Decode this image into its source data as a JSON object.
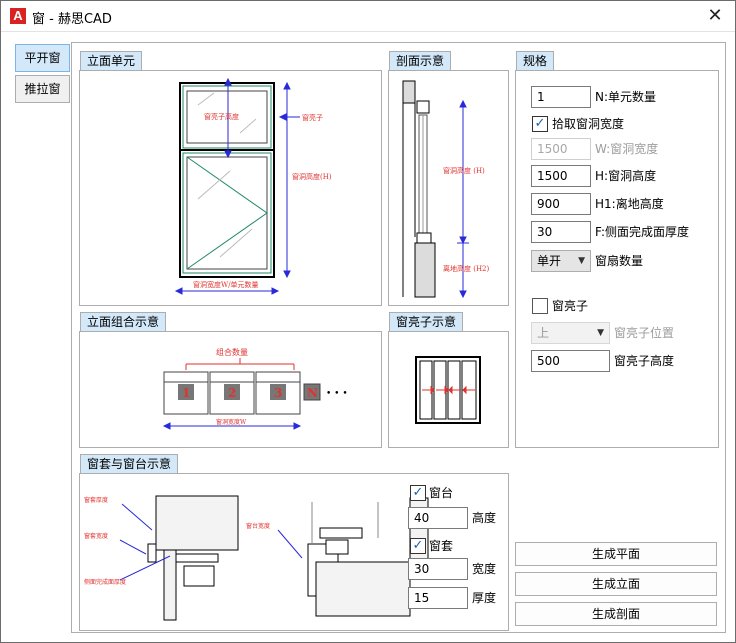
{
  "window": {
    "title": "窗 - 赫思CAD",
    "app_icon": "autocad-a-icon",
    "close_glyph": "✕"
  },
  "side_tabs": [
    {
      "label": "平开窗"
    },
    {
      "label": "推拉窗"
    }
  ],
  "groups": {
    "elevation_unit": {
      "title": "立面单元",
      "labels": {
        "transom_height": "窗亮子高度",
        "transom": "窗亮子",
        "opening_height": "窗洞高度(H)",
        "width_per_unit": "窗洞宽度W/单元数量"
      }
    },
    "section": {
      "title": "剖面示意",
      "labels": {
        "opening_height": "窗洞高度 (H)",
        "sill_height": "离地高度 (H2)"
      }
    },
    "elevation_combo": {
      "title": "立面组合示意",
      "labels": {
        "count": "组合数量",
        "width": "窗洞宽度W"
      },
      "units": [
        "1",
        "2",
        "3",
        "N"
      ],
      "ellipsis": "• • •"
    },
    "transom": {
      "title": "窗亮子示意"
    },
    "casing_sill": {
      "title": "窗套与窗台示意",
      "labels": {
        "casing_thickness": "窗套厚度",
        "casing_width": "窗套宽度",
        "finish_thickness": "侧面完成面厚度",
        "sill_width": "窗台宽度"
      }
    },
    "spec": {
      "title": "规格"
    }
  },
  "spec": {
    "unit_count": {
      "value": "1",
      "label": "N:单元数量"
    },
    "pick_width": {
      "label": "拾取窗洞宽度",
      "checked": true
    },
    "opening_width": {
      "value": "1500",
      "label": "W:窗洞宽度"
    },
    "opening_height": {
      "value": "1500",
      "label": "H:窗洞高度"
    },
    "sill_height": {
      "value": "900",
      "label": "H1:离地高度"
    },
    "side_finish": {
      "value": "30",
      "label": "F:侧面完成面厚度"
    },
    "sash_count": {
      "value": "单开",
      "label": "窗扇数量"
    },
    "transom_enable": {
      "label": "窗亮子",
      "checked": false
    },
    "transom_position": {
      "value": "上",
      "label": "窗亮子位置"
    },
    "transom_height": {
      "value": "500",
      "label": "窗亮子高度"
    }
  },
  "sill": {
    "label": "窗台",
    "checked": true,
    "height_value": "40",
    "height_label": "高度"
  },
  "casing": {
    "label": "窗套",
    "checked": true,
    "width_value": "30",
    "width_label": "宽度",
    "thickness_value": "15",
    "thickness_label": "厚度"
  },
  "buttons": {
    "plan": "生成平面",
    "elevation": "生成立面",
    "section": "生成剖面"
  },
  "colors": {
    "accent_tab": "#d3e8f9",
    "frame_green": "#1f8a6b",
    "dimension_red": "#e0322e",
    "dimension_blue": "#2a2ad8"
  }
}
